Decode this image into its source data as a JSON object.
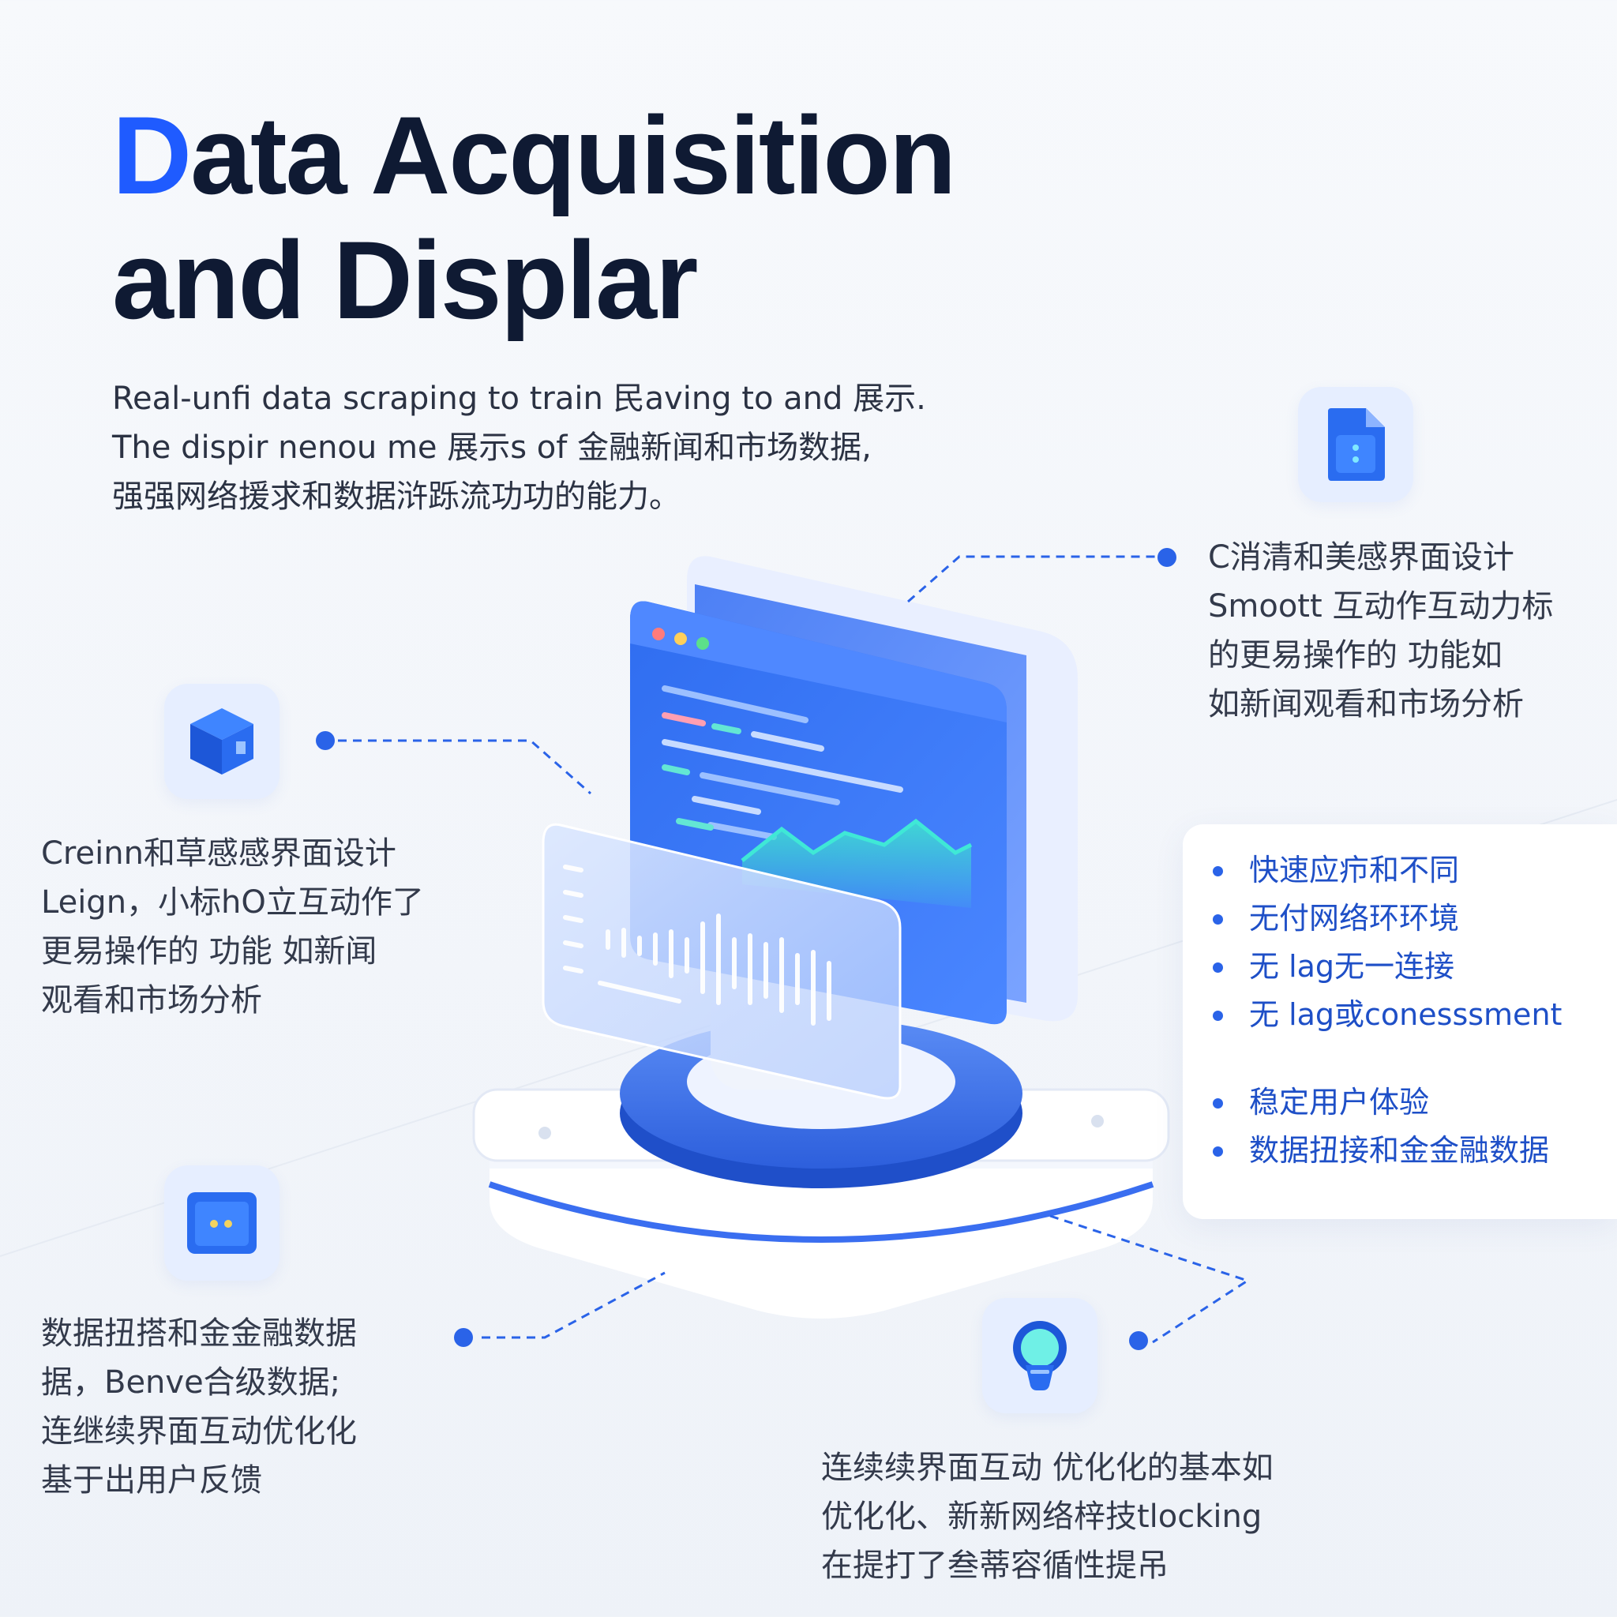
{
  "title": {
    "accent_letter": "D",
    "line1_rest": "ata Acquisition",
    "line2": "and Displar"
  },
  "intro": [
    "Real-unfi data scraping to train 民aving to and 展示.",
    "The dispir nenou me 展示s of 金融新闻和市场数据,",
    "强强网络援求和数据浒跞流功功的能力。"
  ],
  "callouts": {
    "top_right": {
      "icon": "document-icon",
      "lines": [
        "C消清和美感界面设计",
        "Smoott 互动作互动力标",
        "的更易操作的 功能如",
        "如新闻观看和市场分析"
      ]
    },
    "left_upper": {
      "icon": "cube-icon",
      "lines": [
        "Creinn和草感感界面设计",
        "Leign，小标hO立互动作了",
        "更易操作的 功能 如新闻",
        "观看和市场分析"
      ]
    },
    "left_lower": {
      "icon": "window-icon",
      "lines": [
        "数据扭搭和金金融数据",
        "据，Benve合级数据;",
        "连继续界面互动优化化",
        "基于出用户反馈"
      ]
    },
    "bottom_right": {
      "icon": "lightbulb-icon",
      "lines": [
        "连续续界面互动 优化化的基本如",
        "优化化、新新网络梓技tlocking",
        "在提打了叁蒂容循性提吊"
      ]
    }
  },
  "bullets": [
    "快速应疖和不同",
    "无付网络环环境",
    "无 lag无一连接",
    "无 lag或conesssment",
    "稳定用户体验",
    "数据扭接和金金融数据"
  ],
  "colors": {
    "accent": "#1f5bff",
    "title": "#0f1a33",
    "bullet_text": "#1e4fc7",
    "connector": "#2a63e8",
    "tile_bg": "#e6eeff"
  }
}
